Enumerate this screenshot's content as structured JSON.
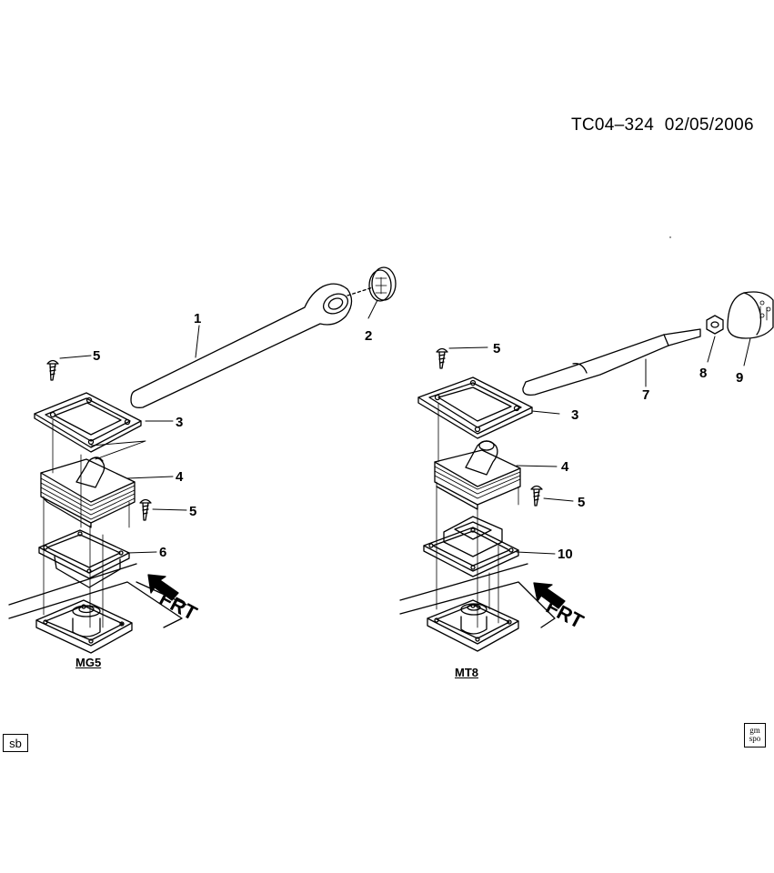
{
  "header": {
    "code": "TC04–324",
    "date": "02/05/2006"
  },
  "variants": {
    "left": "MG5",
    "right": "MT8"
  },
  "callouts": {
    "l1": "1",
    "l2": "2",
    "l3": "3",
    "l4": "4",
    "l5a": "5",
    "l5b": "5",
    "l6": "6",
    "r3": "3",
    "r4": "4",
    "r5a": "5",
    "r5b": "5",
    "r7": "7",
    "r8": "8",
    "r9": "9",
    "r10": "10"
  },
  "frt": {
    "left": "FRT",
    "right": "FRT"
  },
  "footer": {
    "sb_label": "sb",
    "gm_line1": "gm",
    "gm_line2": "spo"
  },
  "icons": {
    "front_arrow": "arrow-icon",
    "logo": "gm-spo-logo"
  }
}
